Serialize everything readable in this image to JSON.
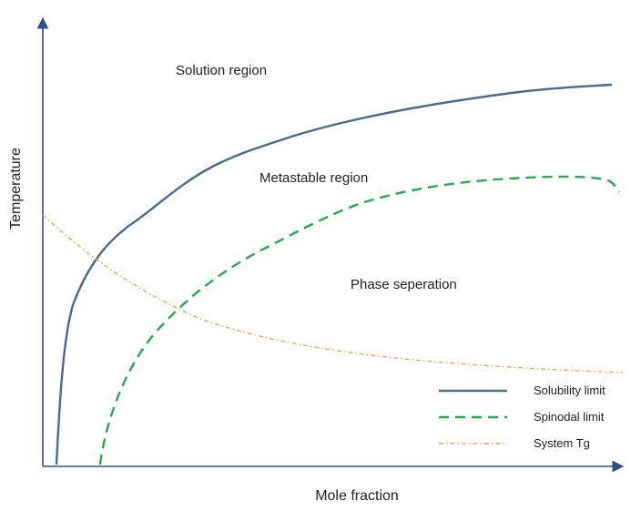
{
  "diagram": {
    "axes": {
      "x_label": "Mole fraction",
      "y_label": "Temperature",
      "color": "#2e4f8a"
    },
    "regions": {
      "solution": "Solution region",
      "metastable": "Metastable region",
      "phase": "Phase seperation"
    },
    "legend": [
      {
        "label": "Solubility limit",
        "color": "#4a6b8a",
        "style": "solid"
      },
      {
        "label": "Spinodal limit",
        "color": "#27a857",
        "style": "dashed"
      },
      {
        "label": "System Tg",
        "color": "#e8a066",
        "style": "dash-dot"
      }
    ]
  }
}
